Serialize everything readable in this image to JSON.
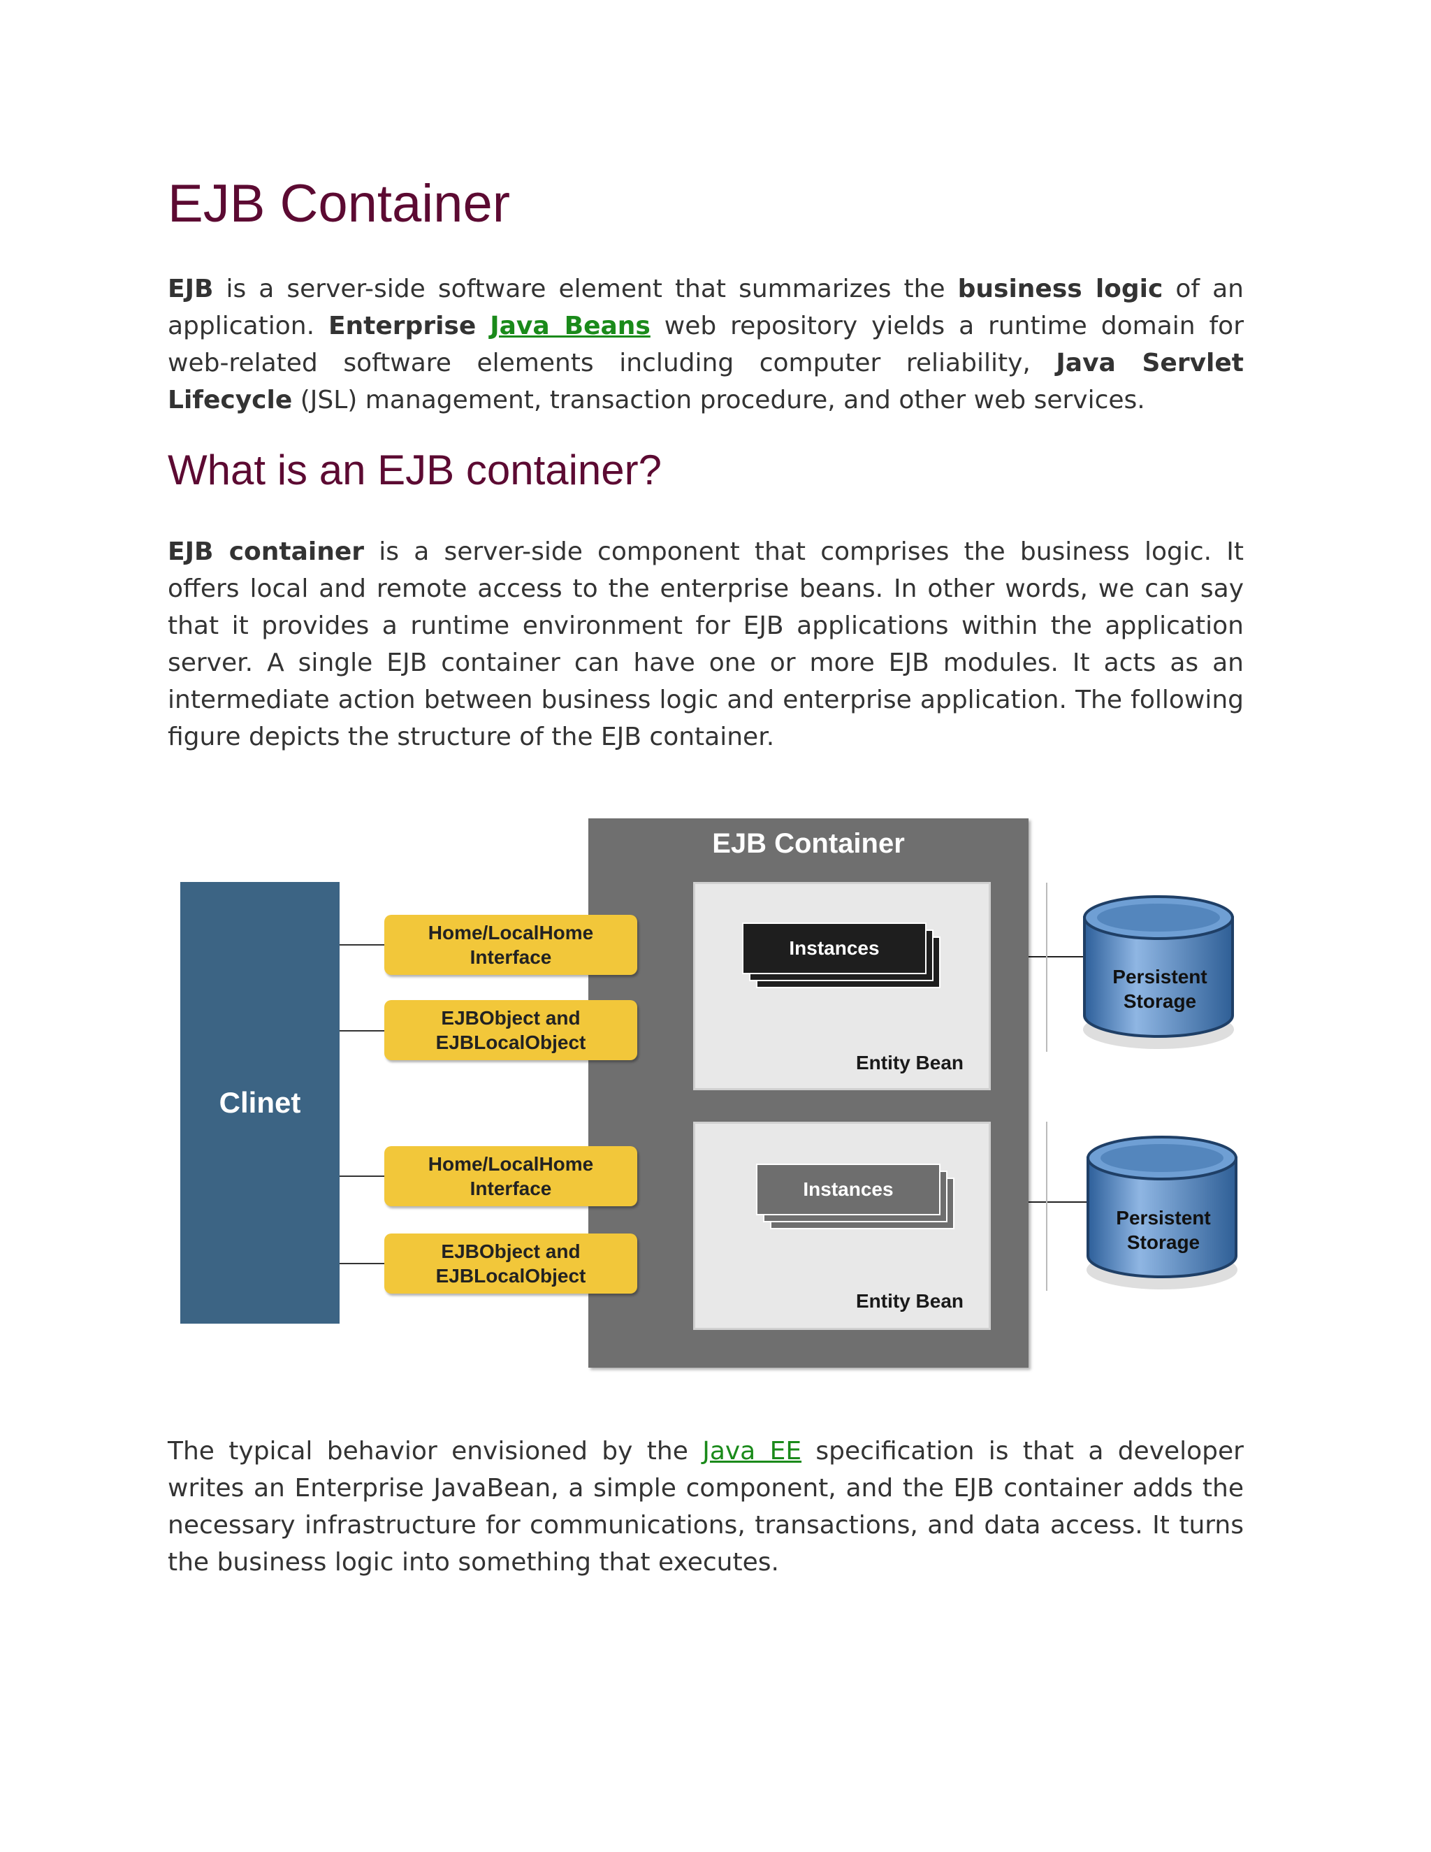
{
  "heading": "EJB Container",
  "intro": {
    "ejb": "EJB",
    "t1": " is a server-side software element that summarizes the ",
    "business_logic": "business logic",
    "t2": " of an application. ",
    "enterprise": "Enterprise",
    "space": " ",
    "java_beans_link": "Java Beans",
    "t3": " web repository yields a runtime domain for web-related software elements including computer reliability, ",
    "jsl": "Java Servlet Lifecycle",
    "t4": " (JSL) management, transaction procedure, and other web services."
  },
  "subheading": "What is an EJB container?",
  "body": {
    "ejb_container": "EJB container",
    "text": " is a server-side component that comprises the business logic. It offers local and remote access to the enterprise beans. In other words, we can say that it provides a runtime environment for EJB applications within the application server. A single EJB container can have one or more EJB modules. It acts as an intermediate action between business logic and enterprise application. The following figure depicts the structure of the EJB container."
  },
  "diagram": {
    "client": "Clinet",
    "container_title": "EJB Container",
    "groups": [
      {
        "home_line1": "Home/LocalHome",
        "home_line2": "Interface",
        "obj_line1": "EJBObject and",
        "obj_line2": "EJBLocalObject",
        "instances": "Instances",
        "entity_bean": "Entity Bean",
        "storage_line1": "Persistent",
        "storage_line2": "Storage",
        "instances_color": "#1e1e1e"
      },
      {
        "home_line1": "Home/LocalHome",
        "home_line2": "Interface",
        "obj_line1": "EJBObject and",
        "obj_line2": "EJBLocalObject",
        "instances": "Instances",
        "entity_bean": "Entity Bean",
        "storage_line1": "Persistent",
        "storage_line2": "Storage",
        "instances_color": "#6e6e6e"
      }
    ]
  },
  "closing": {
    "t1": "The typical behavior envisioned by the ",
    "java_ee_link": "Java EE",
    "t2": " specification is that a developer writes an Enterprise JavaBean, a simple component, and the EJB container adds the necessary infrastructure for communications, transactions, and data access. It turns the business logic into something that executes."
  }
}
